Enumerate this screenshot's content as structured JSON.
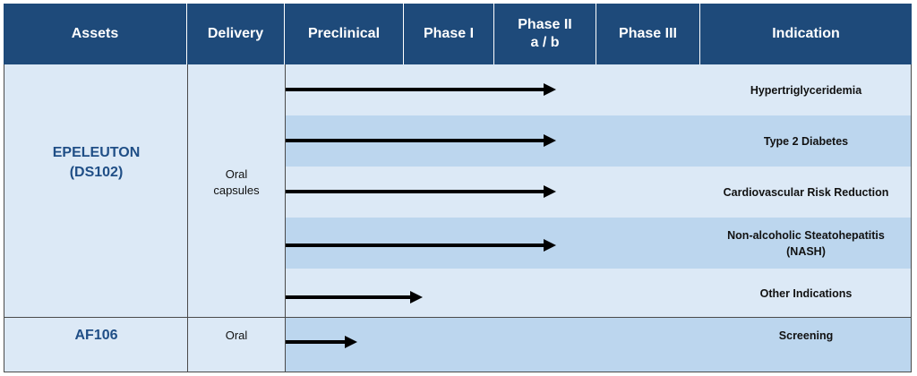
{
  "headers": [
    "Assets",
    "Delivery",
    "Preclinical",
    "Phase I",
    "Phase II\na  / b",
    "Phase III",
    "Indication"
  ],
  "assets": [
    {
      "name": "EPELEUTON\n(DS102)",
      "delivery": "Oral\ncapsules",
      "programs": [
        {
          "indication": "Hypertriglyceridemia",
          "stage": 2.6
        },
        {
          "indication": "Type 2 Diabetes",
          "stage": 2.6
        },
        {
          "indication": "Cardiovascular Risk Reduction",
          "stage": 2.6
        },
        {
          "indication": "Non-alcoholic Steatohepatitis\n(NASH)",
          "stage": 2.6
        },
        {
          "indication": "Other Indications",
          "stage": 1.2
        }
      ]
    },
    {
      "name": "AF106",
      "delivery": "Oral",
      "programs": [
        {
          "indication": "Screening",
          "stage": 0.6
        }
      ]
    }
  ],
  "colors": {
    "header_bg": "#1e4a7a",
    "asset_text": "#1f4e86",
    "band_light": "#dce9f6",
    "band_dark": "#bcd6ee"
  }
}
